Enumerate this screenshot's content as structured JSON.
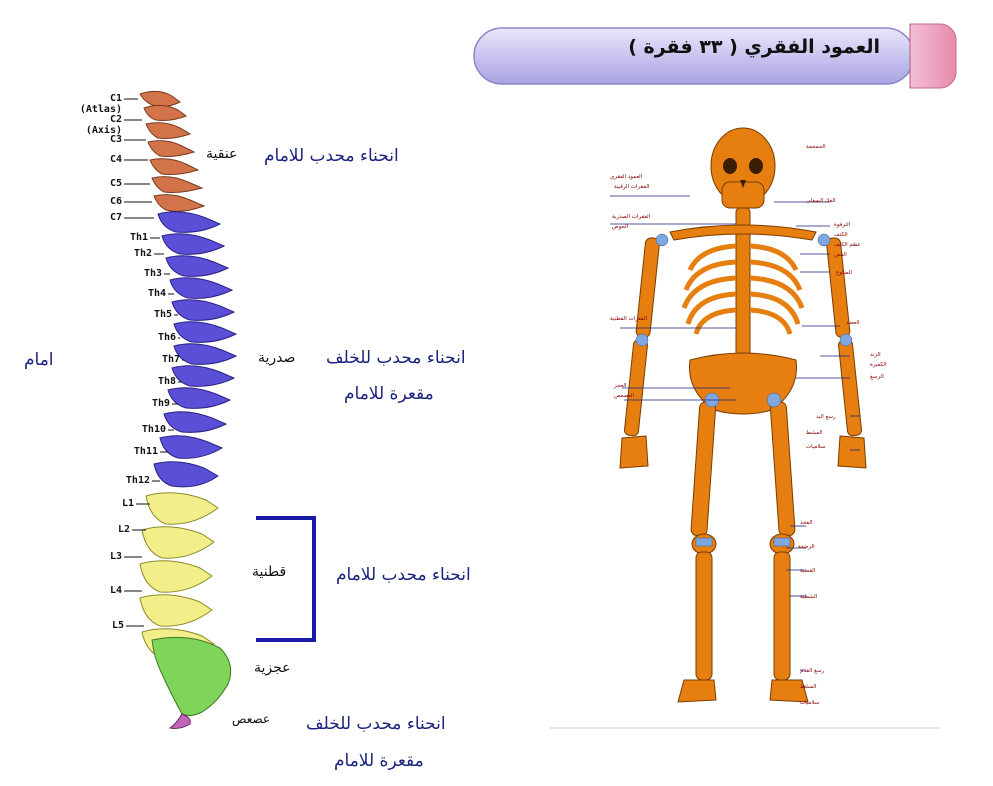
{
  "banner": {
    "title": "العمود الفقري ( ٣٣ فقرة )"
  },
  "vertebrae": {
    "cervical": [
      "C1 (Atlas)",
      "C2 (Axis)",
      "C3",
      "C4",
      "C5",
      "C6",
      "C7"
    ],
    "thoracic": [
      "Th1",
      "Th2",
      "Th3",
      "Th4",
      "Th5",
      "Th6",
      "Th7",
      "Th8",
      "Th9",
      "Th10",
      "Th11",
      "Th12"
    ],
    "lumbar": [
      "L1",
      "L2",
      "L3",
      "L4",
      "L5"
    ]
  },
  "regions": {
    "cervical": "عنقية",
    "thoracic": "صدرية",
    "lumbar": "قطنية",
    "sacral": "عجزية",
    "coccygeal": "عصعص"
  },
  "curves": {
    "cervical": "انحناء محدب للامام",
    "thoracic_1": "انحناء محدب للخلف",
    "thoracic_2": "مقعرة للامام",
    "lumbar": "انحناء محدب للامام",
    "sacral_1": "انحناء محدب للخلف",
    "sacral_2": "مقعرة للامام"
  },
  "front_label": "امام",
  "colors": {
    "cervical": "#d2734a",
    "thoracic": "#5a4fd6",
    "lumbar": "#f2ef8a",
    "sacral": "#7fd45a",
    "bracket": "#1a1aa8",
    "bone": "#e67e10",
    "banner": "#c9c5f0"
  },
  "skeleton_labels": {
    "left": [
      "الجمجمة",
      "العمود الفقري",
      "الفقرات الرقبية",
      "الفقرات الصدرية",
      "الفقرات القطنية",
      "العجز",
      "العصعص"
    ],
    "right": [
      "الفك السفلي",
      "الترقوة",
      "الكتف",
      "عظم الكتف",
      "القص",
      "الضلوع",
      "العضد",
      "الزند",
      "الكعبرة",
      "الرسغ",
      "رسغ اليد",
      "المشط",
      "سلاميات",
      "الحوض",
      "الفخذ",
      "الرضفة",
      "القصبة",
      "الشظية",
      "رسغ القدم",
      "المشط",
      "سلاميات"
    ]
  }
}
